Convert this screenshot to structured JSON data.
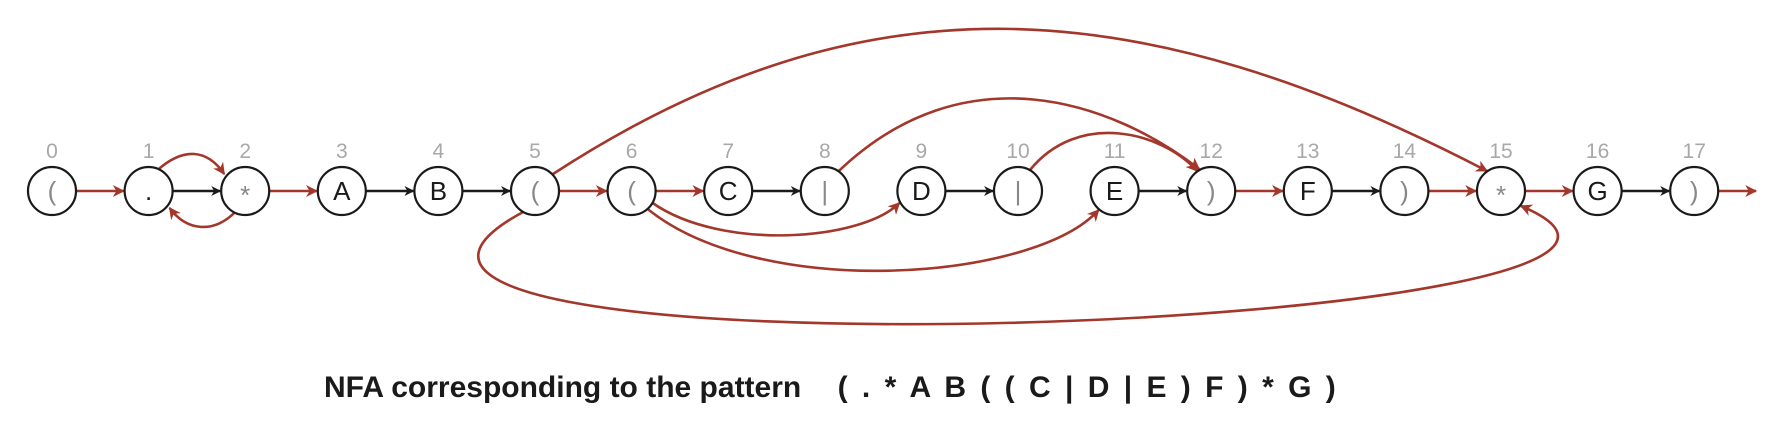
{
  "colors": {
    "match": "#1a1a1a",
    "epsilon": "#a3372b",
    "index": "#a8a8a8",
    "meta": "#888888"
  },
  "states": [
    {
      "index": "0",
      "symbol": "(",
      "kind": "meta"
    },
    {
      "index": "1",
      "symbol": ".",
      "kind": "char"
    },
    {
      "index": "2",
      "symbol": "*",
      "kind": "meta"
    },
    {
      "index": "3",
      "symbol": "A",
      "kind": "char"
    },
    {
      "index": "4",
      "symbol": "B",
      "kind": "char"
    },
    {
      "index": "5",
      "symbol": "(",
      "kind": "meta"
    },
    {
      "index": "6",
      "symbol": "(",
      "kind": "meta"
    },
    {
      "index": "7",
      "symbol": "C",
      "kind": "char"
    },
    {
      "index": "8",
      "symbol": "|",
      "kind": "meta"
    },
    {
      "index": "9",
      "symbol": "D",
      "kind": "char"
    },
    {
      "index": "10",
      "symbol": "|",
      "kind": "meta"
    },
    {
      "index": "11",
      "symbol": "E",
      "kind": "char"
    },
    {
      "index": "12",
      "symbol": ")",
      "kind": "meta"
    },
    {
      "index": "13",
      "symbol": "F",
      "kind": "char"
    },
    {
      "index": "14",
      "symbol": ")",
      "kind": "meta"
    },
    {
      "index": "15",
      "symbol": "*",
      "kind": "meta"
    },
    {
      "index": "16",
      "symbol": "G",
      "kind": "char"
    },
    {
      "index": "17",
      "symbol": ")",
      "kind": "meta"
    }
  ],
  "transitions": [
    {
      "from": 0,
      "to": 1,
      "type": "epsilon"
    },
    {
      "from": 1,
      "to": 2,
      "type": "match"
    },
    {
      "from": 1,
      "to": 2,
      "type": "epsilon"
    },
    {
      "from": 2,
      "to": 1,
      "type": "epsilon"
    },
    {
      "from": 2,
      "to": 3,
      "type": "epsilon"
    },
    {
      "from": 3,
      "to": 4,
      "type": "match"
    },
    {
      "from": 4,
      "to": 5,
      "type": "match"
    },
    {
      "from": 5,
      "to": 6,
      "type": "epsilon"
    },
    {
      "from": 5,
      "to": 15,
      "type": "epsilon"
    },
    {
      "from": 6,
      "to": 7,
      "type": "epsilon"
    },
    {
      "from": 6,
      "to": 9,
      "type": "epsilon"
    },
    {
      "from": 6,
      "to": 11,
      "type": "epsilon"
    },
    {
      "from": 7,
      "to": 8,
      "type": "match"
    },
    {
      "from": 8,
      "to": 12,
      "type": "epsilon"
    },
    {
      "from": 9,
      "to": 10,
      "type": "match"
    },
    {
      "from": 10,
      "to": 12,
      "type": "epsilon"
    },
    {
      "from": 11,
      "to": 12,
      "type": "match"
    },
    {
      "from": 12,
      "to": 13,
      "type": "epsilon"
    },
    {
      "from": 13,
      "to": 14,
      "type": "match"
    },
    {
      "from": 14,
      "to": 15,
      "type": "epsilon"
    },
    {
      "from": 15,
      "to": 5,
      "type": "epsilon"
    },
    {
      "from": 15,
      "to": 16,
      "type": "epsilon"
    },
    {
      "from": 16,
      "to": 17,
      "type": "match"
    },
    {
      "from": 17,
      "to": "accept",
      "type": "epsilon"
    }
  ],
  "caption": {
    "text": "NFA corresponding to the pattern",
    "pattern": "( . *  A  B  (  ( C | D |  E  )  F  )  *  G  )"
  }
}
